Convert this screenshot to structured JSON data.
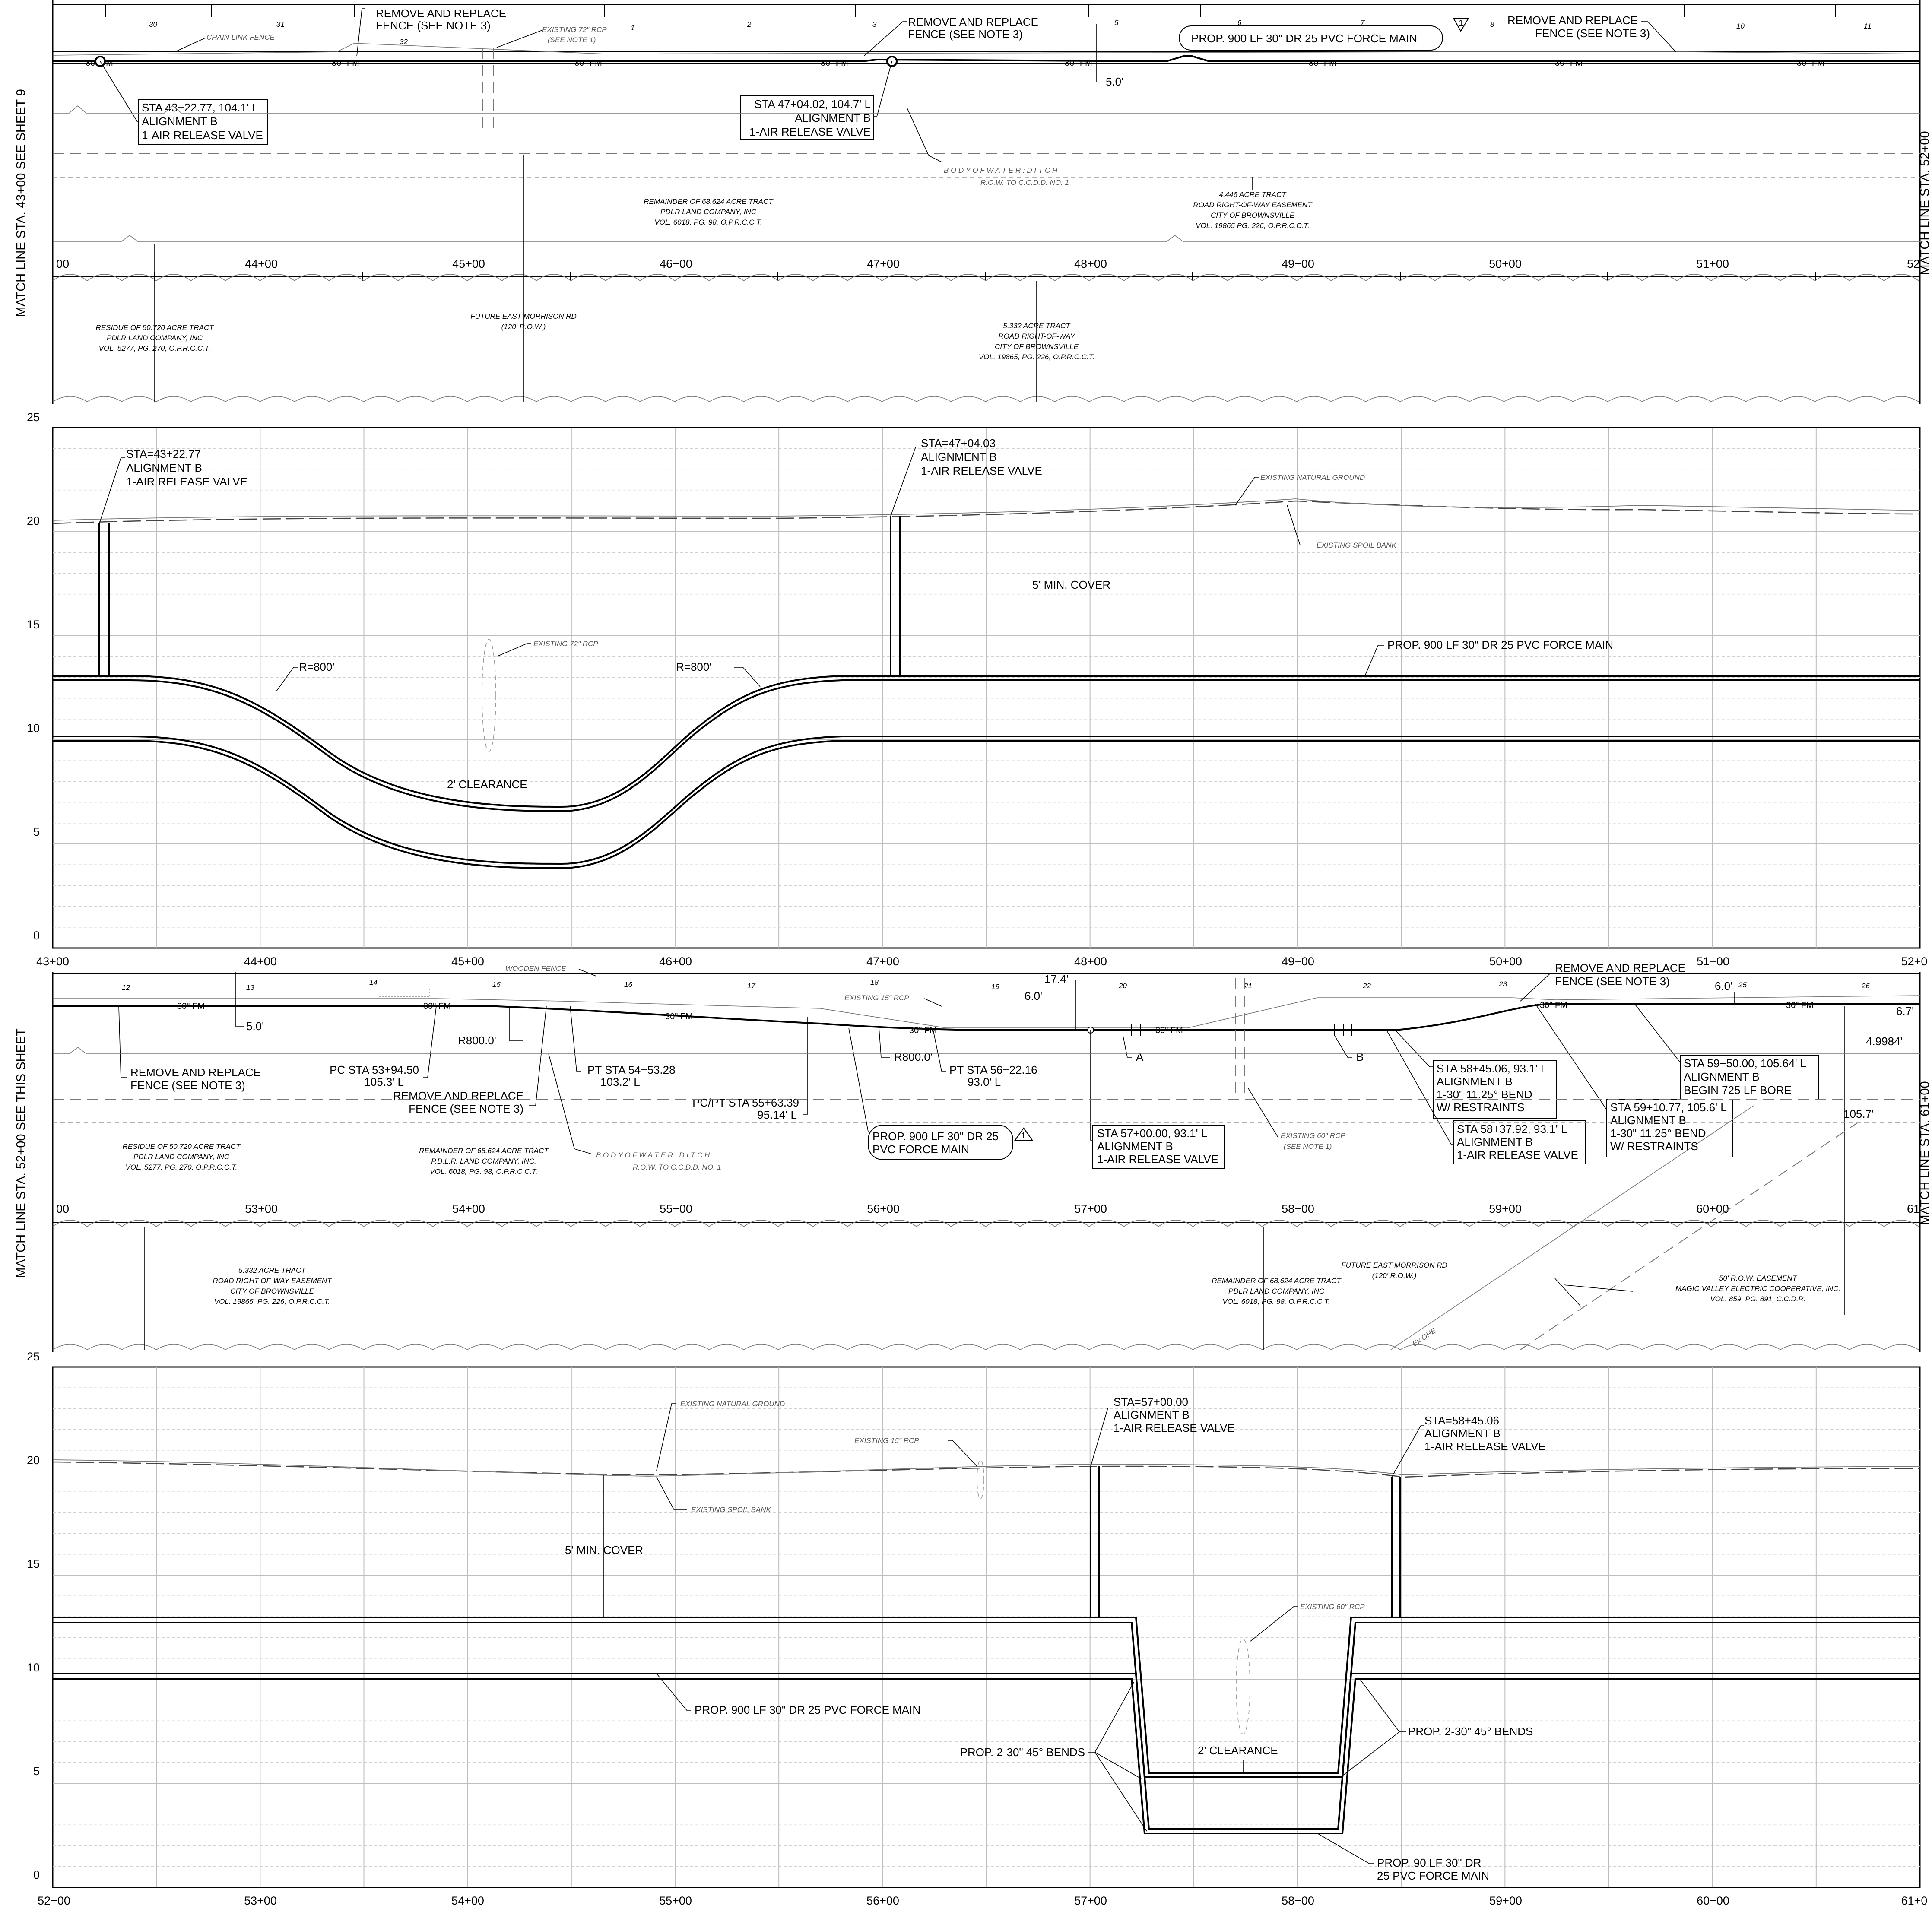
{
  "sheet": {
    "match_line_top": "MATCH LINE STA. 43+00 SEE SHEET 9",
    "match_line_bottom": "MATCH LINE STA. 52+00 SEE THIS SHEET",
    "match_line_right_top": "MATCH LINE STA. 52+00",
    "match_line_right_bottom": "MATCH LINE STA. 61+00"
  },
  "plan1": {
    "stations": [
      "00",
      "44+00",
      "45+00",
      "46+00",
      "47+00",
      "48+00",
      "49+00",
      "50+00",
      "51+00",
      "52"
    ],
    "lot_numbers": [
      "30",
      "31",
      "32",
      "1",
      "2",
      "3",
      "5",
      "6",
      "7",
      "8",
      "10",
      "11"
    ],
    "fm_tags": [
      "30\" FM",
      "30\" FM",
      "30\" FM",
      "30\" FM",
      "30\" FM",
      "30\" FM",
      "30\" FM",
      "30\" FM"
    ],
    "callout_fence1": [
      "REMOVE AND REPLACE",
      "FENCE (SEE NOTE 3)"
    ],
    "callout_fence2": [
      "REMOVE AND REPLACE",
      "FENCE (SEE NOTE 3)"
    ],
    "callout_fence3": [
      "REMOVE AND REPLACE",
      "FENCE (SEE NOTE 3)"
    ],
    "chain_link": "CHAIN LINK FENCE",
    "rcp72": [
      "EXISTING 72\" RCP",
      "(SEE NOTE 1)"
    ],
    "prop_main": "PROP. 900 LF 30\" DR 25 PVC FORCE MAIN",
    "revision": "1",
    "offset": "5.0'",
    "arv1": [
      "STA 43+22.77, 104.1' L",
      "ALIGNMENT B",
      "1-AIR RELEASE VALVE"
    ],
    "arv2": [
      "STA 47+04.02, 104.7' L",
      "ALIGNMENT B",
      "1-AIR RELEASE VALVE"
    ],
    "ditch": [
      "B O D Y   O F   W A T E R :   D I T C H",
      "R.O.W. TO C.C.D.D. NO. 1"
    ],
    "tract_remainder": [
      "REMAINDER OF 68.624 ACRE TRACT",
      "PDLR LAND COMPANY, INC",
      "VOL. 6018, PG. 98, O.P.R.C.C.T."
    ],
    "tract_4446": [
      "4.446 ACRE TRACT",
      "ROAD RIGHT-OF-WAY EASEMENT",
      "CITY OF BROWNSVILLE",
      "VOL. 19865 PG. 226, O.P.R.C.C.T."
    ],
    "tract_residue": [
      "RESIDUE OF 50.720 ACRE TRACT",
      "PDLR LAND COMPANY, INC",
      "VOL. 5277, PG. 270, O.P.R.C.C.T."
    ],
    "future_road": [
      "FUTURE EAST MORRISON RD",
      "(120' R.O.W.)"
    ],
    "tract_5332": [
      "5.332 ACRE TRACT",
      "ROAD RIGHT-OF-WAY",
      "CITY OF BROWNSVILLE",
      "VOL. 19865, PG. 226, O.P.R.C.C.T."
    ]
  },
  "profile1": {
    "elev_labels": [
      "25",
      "20",
      "15",
      "10",
      "5",
      "0"
    ],
    "stations": [
      "43+00",
      "44+00",
      "45+00",
      "46+00",
      "47+00",
      "48+00",
      "49+00",
      "50+00",
      "51+00",
      "52+0"
    ],
    "arv1": [
      "STA=43+22.77",
      "ALIGNMENT B",
      "1-AIR RELEASE VALVE"
    ],
    "arv2": [
      "STA=47+04.03",
      "ALIGNMENT B",
      "1-AIR RELEASE VALVE"
    ],
    "natural_ground": "EXISTING NATURAL GROUND",
    "spoil_bank": "EXISTING SPOIL BANK",
    "min_cover": "5' MIN. COVER",
    "rcp72": "EXISTING 72\" RCP",
    "radius1": "R=800'",
    "radius2": "R=800'",
    "clearance": "2' CLEARANCE",
    "prop_main": "PROP. 900 LF 30\" DR 25 PVC FORCE MAIN"
  },
  "plan2": {
    "stations": [
      "00",
      "53+00",
      "54+00",
      "55+00",
      "56+00",
      "57+00",
      "58+00",
      "59+00",
      "60+00",
      "61"
    ],
    "lot_numbers": [
      "12",
      "13",
      "14",
      "15",
      "16",
      "17",
      "18",
      "19",
      "20",
      "21",
      "22",
      "23",
      "25",
      "26"
    ],
    "wood_fence": "WOODEN FENCE",
    "rcp15": "EXISTING 15\" RCP",
    "fence_a": [
      "REMOVE AND REPLACE",
      "FENCE (SEE NOTE 3)"
    ],
    "fence_b": [
      "REMOVE AND REPLACE",
      "FENCE (SEE NOTE 3)"
    ],
    "fence_c": [
      "REMOVE AND REPLACE",
      "FENCE (SEE NOTE 3)"
    ],
    "pc": [
      "PC STA 53+94.50",
      "105.3' L"
    ],
    "pt1": [
      "PT STA 54+53.28",
      "103.2' L"
    ],
    "pcpt": [
      "PC/PT STA 55+63.39",
      "95.14' L"
    ],
    "pt2": [
      "PT STA 56+22.16",
      "93.0' L"
    ],
    "r1": "R800.0'",
    "r2": "R800.0'",
    "offsets": [
      "5.0'",
      "17.4'",
      "6.0'",
      "6.0'",
      "6.7'",
      "4.9984'",
      "105.7'"
    ],
    "mark_a": "A",
    "mark_b": "B",
    "prop_main": [
      "PROP. 900 LF 30\" DR 25",
      "PVC FORCE MAIN"
    ],
    "revision": "1",
    "arv3": [
      "STA 57+00.00, 93.1' L",
      "ALIGNMENT B",
      "1-AIR RELEASE VALVE"
    ],
    "bend1": [
      "STA 58+45.06, 93.1' L",
      "ALIGNMENT B",
      "1-30\" 11.25° BEND",
      "W/ RESTRAINTS"
    ],
    "arv4": [
      "STA 58+37.92, 93.1' L",
      "ALIGNMENT B",
      "1-AIR RELEASE VALVE"
    ],
    "bend2": [
      "STA 59+10.77, 105.6' L",
      "ALIGNMENT B",
      "1-30\" 11.25° BEND",
      "W/ RESTRAINTS"
    ],
    "bore": [
      "STA 59+50.00, 105.64' L",
      "ALIGNMENT B",
      "BEGIN 725 LF BORE"
    ],
    "rcp60": [
      "EXISTING 60\" RCP",
      "(SEE NOTE 1)"
    ],
    "ditch": [
      "B O D Y   O F   W A T E R :   D I T C H",
      "R.O.W. TO C.C.D.D. NO. 1"
    ],
    "tract_residue": [
      "RESIDUE OF 50.720 ACRE TRACT",
      "PDLR LAND COMPANY, INC",
      "VOL. 5277, PG. 270, O.P.R.C.C.T."
    ],
    "tract_remainder": [
      "REMAINDER OF 68.624 ACRE TRACT",
      "P.D.L.R. LAND COMPANY, INC.",
      "VOL. 6018, PG. 98, O.P.R.C.C.T."
    ],
    "tract_5332": [
      "5.332 ACRE TRACT",
      "ROAD RIGHT-OF-WAY EASEMENT",
      "CITY OF BROWNSVILLE",
      "VOL. 19865, PG. 226, O.P.R.C.C.T."
    ],
    "tract_remainder2": [
      "REMAINDER OF 68.624 ACRE TRACT",
      "PDLR LAND COMPANY, INC",
      "VOL. 6018, PG. 98, O.P.R.C.C.T."
    ],
    "future_road": [
      "FUTURE EAST MORRISON RD",
      "(120' R.O.W.)"
    ],
    "easement": [
      "50' R.O.W. EASEMENT",
      "MAGIC VALLEY ELECTRIC COOPERATIVE, INC.",
      "VOL. 859, PG. 891, C.C.D.R."
    ],
    "ohe": "Ex OHE"
  },
  "profile2": {
    "elev_labels": [
      "25",
      "20",
      "15",
      "10",
      "5",
      "0"
    ],
    "stations": [
      "52+00",
      "53+00",
      "54+00",
      "55+00",
      "56+00",
      "57+00",
      "58+00",
      "59+00",
      "60+00",
      "61+0"
    ],
    "natural_ground": "EXISTING NATURAL GROUND",
    "rcp15": "EXISTING 15\" RCP",
    "spoil_bank": "EXISTING SPOIL BANK",
    "min_cover": "5' MIN. COVER",
    "arv3": [
      "STA=57+00.00",
      "ALIGNMENT B",
      "1-AIR RELEASE VALVE"
    ],
    "arv4": [
      "STA=58+45.06",
      "ALIGNMENT B",
      "1-AIR RELEASE VALVE"
    ],
    "rcp60": "EXISTING 60\" RCP",
    "prop_main": "PROP. 900 LF 30\" DR 25 PVC FORCE MAIN",
    "bends_left": "PROP. 2-30\" 45° BENDS",
    "bends_right": "PROP. 2-30\" 45° BENDS",
    "clearance": "2' CLEARANCE",
    "prop_90": [
      "PROP. 90 LF 30\" DR",
      "25 PVC FORCE MAIN"
    ]
  }
}
